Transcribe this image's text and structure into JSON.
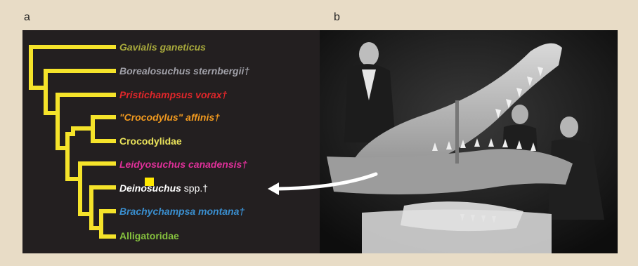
{
  "panels": {
    "a": "a",
    "b": "b"
  },
  "cladogram": {
    "line_color": "#f5e32a",
    "taxa": [
      {
        "text": "Gavialis ganeticus",
        "suffix": "",
        "italic": true,
        "color": "#a8a93c"
      },
      {
        "text": "Borealosuchus sternbergii†",
        "suffix": "",
        "italic": true,
        "color": "#a0a0a8"
      },
      {
        "text": "Pristichampsus vorax†",
        "suffix": "",
        "italic": true,
        "color": "#e0262a"
      },
      {
        "text": "\"Crocodylus\" affinis†",
        "suffix": "",
        "italic": true,
        "color": "#f29a1f"
      },
      {
        "text": "Crocodylidae",
        "suffix": "",
        "italic": false,
        "color": "#e9e25a"
      },
      {
        "text": "Leidyosuchus canadensis†",
        "suffix": "",
        "italic": true,
        "color": "#e0309a"
      },
      {
        "text": "Deinosuchus",
        "suffix": " spp.†",
        "italic": true,
        "color": "#ffffff"
      },
      {
        "text": "Brachychampsa montana†",
        "suffix": "",
        "italic": true,
        "color": "#3a8fd0"
      },
      {
        "text": "Alligatoridae",
        "suffix": "",
        "italic": false,
        "color": "#86c23e"
      }
    ],
    "highlight_marker_color": "#ffe800"
  },
  "photo": {
    "description_icon": "fossil-skull-photo"
  }
}
